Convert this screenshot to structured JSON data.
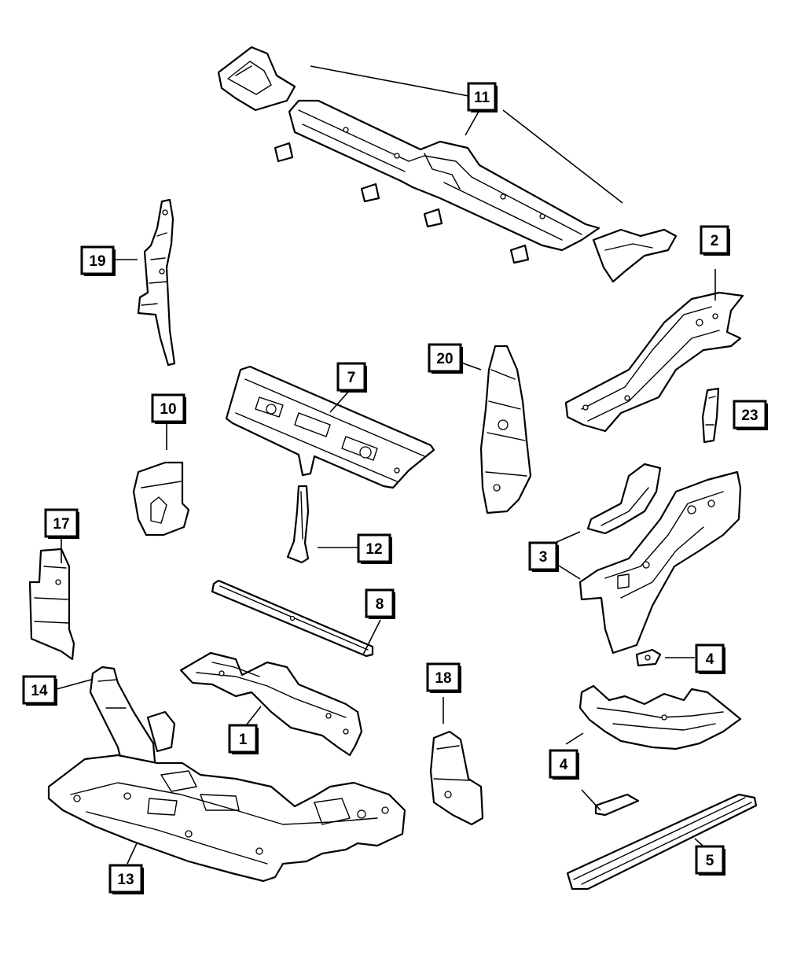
{
  "diagram": {
    "callouts": [
      {
        "id": "c11",
        "label": "11"
      },
      {
        "id": "c19",
        "label": "19"
      },
      {
        "id": "c2",
        "label": "2"
      },
      {
        "id": "c20",
        "label": "20"
      },
      {
        "id": "c7",
        "label": "7"
      },
      {
        "id": "c10",
        "label": "10"
      },
      {
        "id": "c23",
        "label": "23"
      },
      {
        "id": "c17",
        "label": "17"
      },
      {
        "id": "c12",
        "label": "12"
      },
      {
        "id": "c3",
        "label": "3"
      },
      {
        "id": "c8",
        "label": "8"
      },
      {
        "id": "c4a",
        "label": "4"
      },
      {
        "id": "c14",
        "label": "14"
      },
      {
        "id": "c18",
        "label": "18"
      },
      {
        "id": "c1",
        "label": "1"
      },
      {
        "id": "c4b",
        "label": "4"
      },
      {
        "id": "c5",
        "label": "5"
      },
      {
        "id": "c13",
        "label": "13"
      }
    ]
  }
}
